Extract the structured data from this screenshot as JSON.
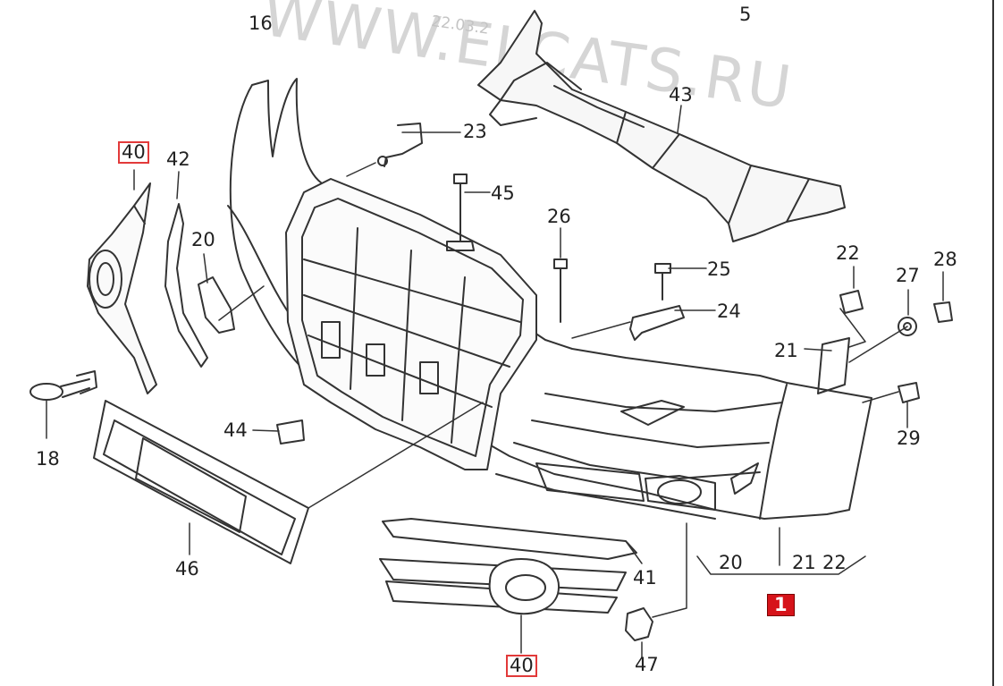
{
  "watermark": {
    "text": "WWW.ELCATS.RU",
    "date_stamp": "22.03.2"
  },
  "callouts": [
    {
      "id": "c16",
      "text": "16"
    },
    {
      "id": "c5",
      "text": "5"
    },
    {
      "id": "c23",
      "text": "23"
    },
    {
      "id": "c43",
      "text": "43"
    },
    {
      "id": "c40a",
      "text": "40",
      "highlight": true
    },
    {
      "id": "c42",
      "text": "42"
    },
    {
      "id": "c45",
      "text": "45"
    },
    {
      "id": "c20a",
      "text": "20"
    },
    {
      "id": "c26",
      "text": "26"
    },
    {
      "id": "c22a",
      "text": "22"
    },
    {
      "id": "c28",
      "text": "28"
    },
    {
      "id": "c27",
      "text": "27"
    },
    {
      "id": "c25",
      "text": "25"
    },
    {
      "id": "c24",
      "text": "24"
    },
    {
      "id": "c21a",
      "text": "21"
    },
    {
      "id": "c18",
      "text": "18"
    },
    {
      "id": "c44",
      "text": "44"
    },
    {
      "id": "c29",
      "text": "29"
    },
    {
      "id": "c20b",
      "text": "20"
    },
    {
      "id": "c21b",
      "text": "21"
    },
    {
      "id": "c22b",
      "text": "22"
    },
    {
      "id": "c46",
      "text": "46"
    },
    {
      "id": "c41",
      "text": "41"
    },
    {
      "id": "c1",
      "text": "1",
      "highlight": true
    },
    {
      "id": "c47",
      "text": "47"
    },
    {
      "id": "c40b",
      "text": "40",
      "highlight": true
    }
  ],
  "colors": {
    "line": "#333333",
    "highlight": "#e23a3a",
    "badge": "#d6131a",
    "watermark": "#c7c7c7"
  }
}
